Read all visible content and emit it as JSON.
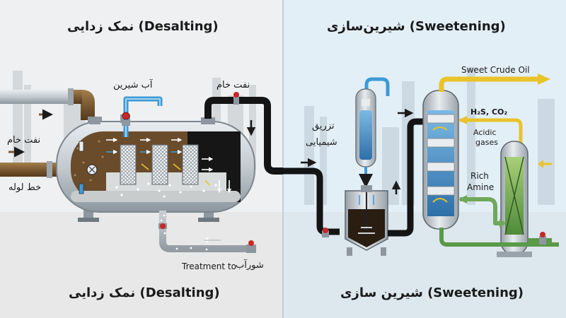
{
  "desalting": {
    "title": "نمک زدایی (Desalting)",
    "caption": "نمک زدایی (Desalting)",
    "label_crude_in": "نفت خام",
    "label_pipeline": "خط لوله",
    "label_fresh_water": "آب شیرین",
    "label_crude_out": "نفت خام",
    "label_brine": "شورآب",
    "label_treatment": "Treatment to"
  },
  "sweetening": {
    "title": "شیرین‌سازی (Sweetening)",
    "caption": "شیرین سازی (Sweetening)",
    "label_injection": "تزریق",
    "label_chemical": "شیمیایی",
    "label_sweet_crude": "Sweet Crude Oil",
    "label_h2s": "H₂S, CO₂",
    "label_acidic_1": "Acidic",
    "label_acidic_2": "gases",
    "label_rich_1": "Rich",
    "label_rich_2": "Amine"
  },
  "colors": {
    "left_bg": "#eef0f1",
    "right_bg": "#e3eff7",
    "crude": "#7a5a32",
    "fresh_water": "#3e9ad6",
    "sweet_line": "#e8c32a",
    "amine_line": "#5a9a48",
    "steel": "#c9d0d6"
  }
}
